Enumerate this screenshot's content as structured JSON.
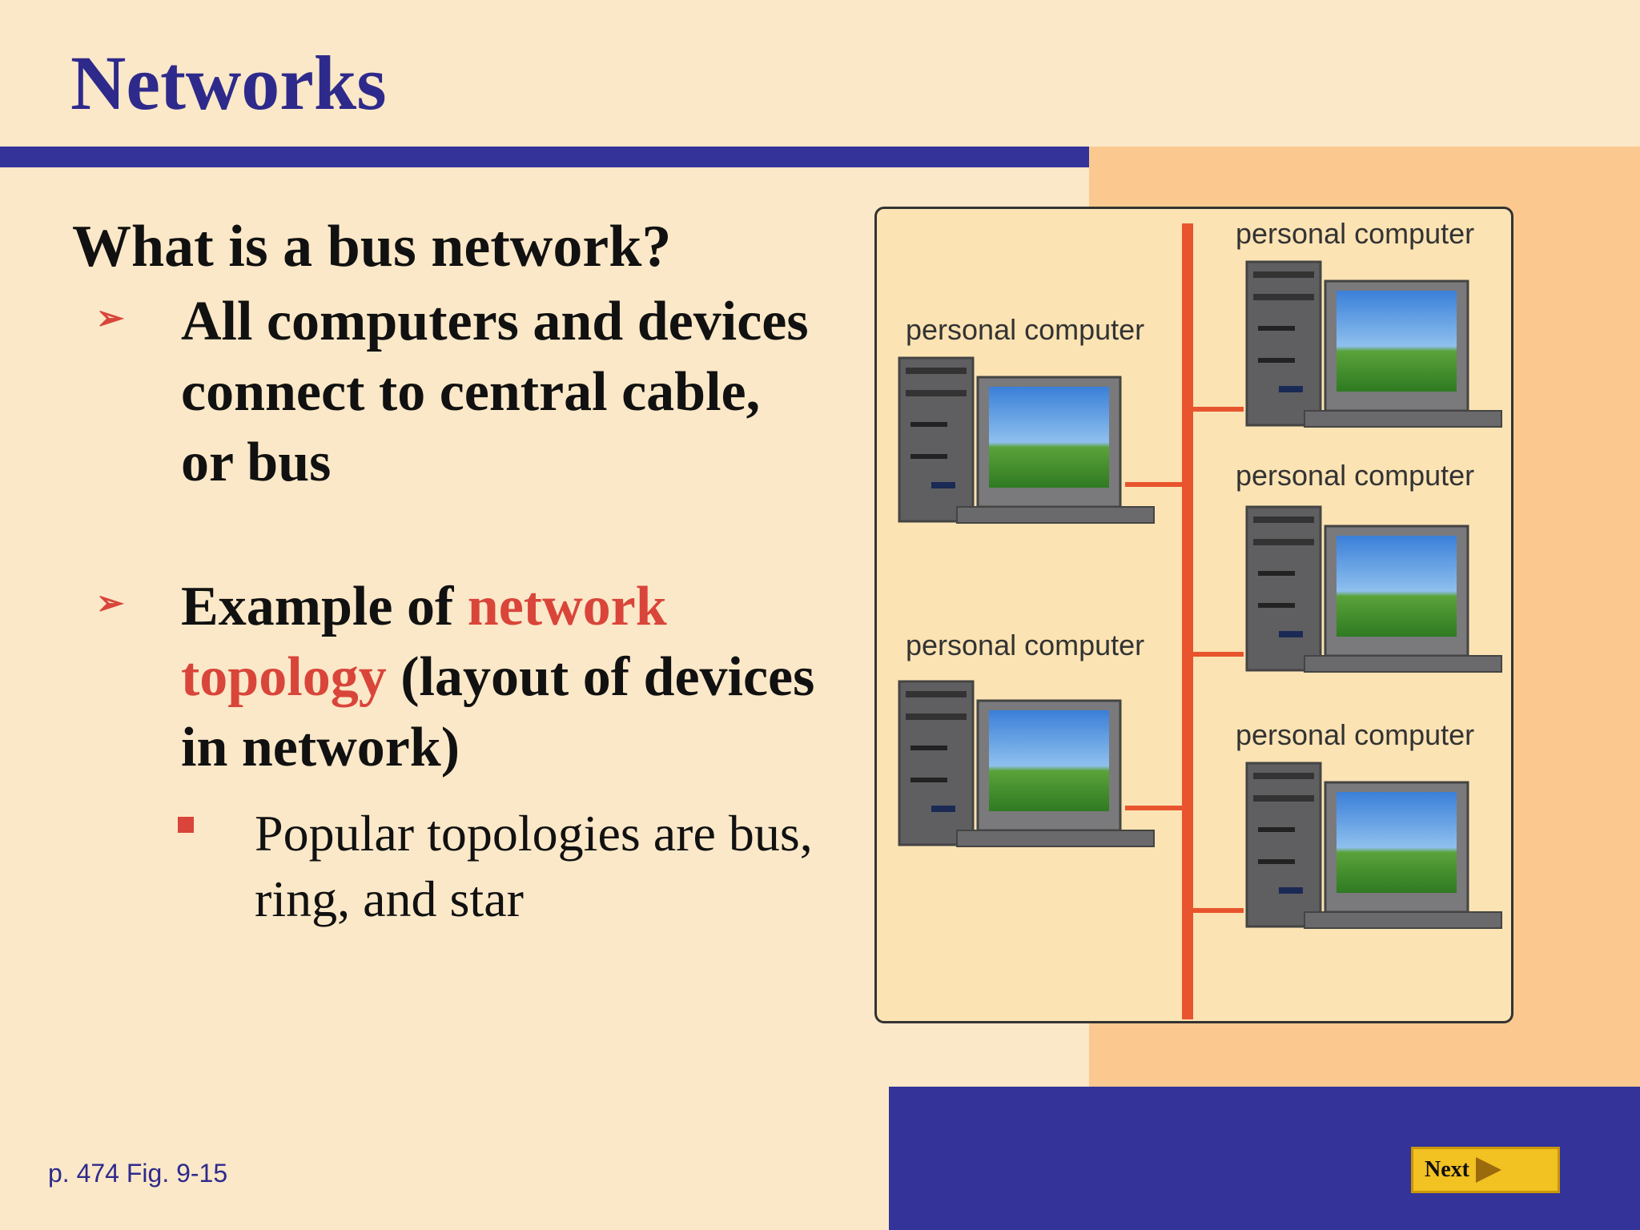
{
  "slide": {
    "title": "Networks",
    "heading": "What is a bus network?",
    "bullets": [
      {
        "text": "All computers and devices connect to central cable, or bus"
      },
      {
        "text_before": "Example of ",
        "highlight": "network topology",
        "text_after": " (layout of devices in network)"
      }
    ],
    "bullet_glyph": "➢",
    "sub_bullet": "Popular topologies are bus, ring, and star",
    "caption": "p. 474 Fig. 9-15",
    "next_label": "Next"
  },
  "figure": {
    "labels": [
      "personal computer",
      "personal computer",
      "personal computer",
      "personal computer",
      "personal computer"
    ]
  },
  "colors": {
    "title": "#2e2a8c",
    "accent_bar": "#333399",
    "highlight": "#d9453a",
    "background": "#fbe8c8",
    "panel": "#fbc98f",
    "bus_line": "#e8542d"
  }
}
